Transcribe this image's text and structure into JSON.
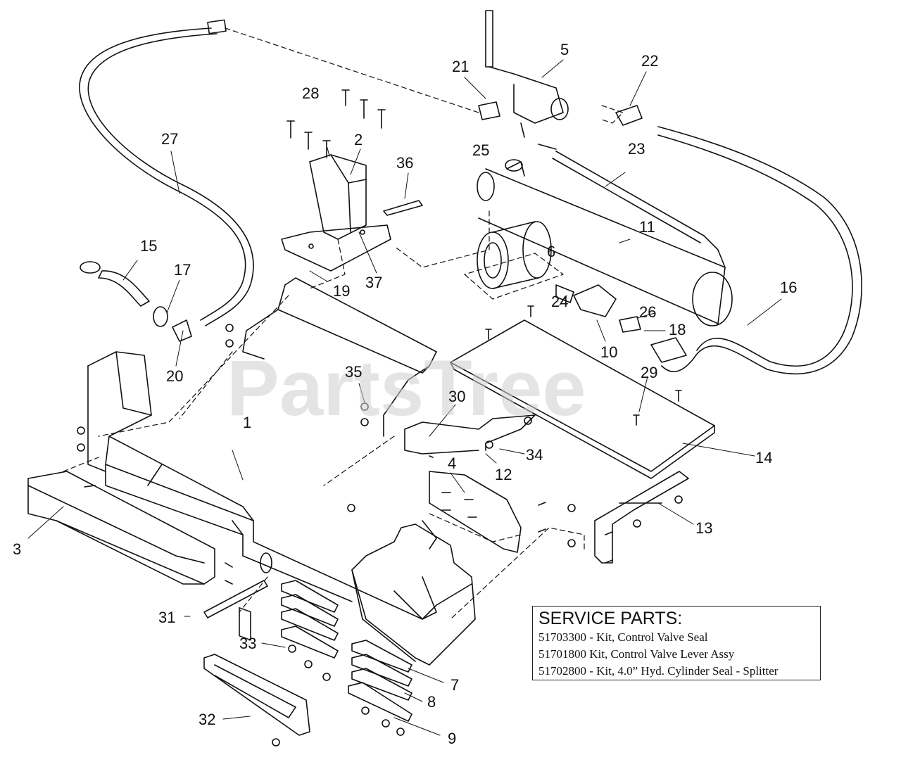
{
  "watermark": "PartsTree",
  "callouts": [
    "1",
    "2",
    "3",
    "4",
    "5",
    "6",
    "7",
    "8",
    "9",
    "10",
    "11",
    "12",
    "13",
    "14",
    "15",
    "16",
    "17",
    "18",
    "19",
    "20",
    "21",
    "22",
    "23",
    "24",
    "25",
    "26",
    "27",
    "28",
    "29",
    "30",
    "31",
    "32",
    "33",
    "34",
    "35",
    "36",
    "37"
  ],
  "service_parts": {
    "title": "SERVICE PARTS:",
    "lines": [
      "51703300 - Kit, Control Valve Seal",
      "51701800   Kit, Control Valve Lever Assy",
      "51702800 - Kit, 4.0” Hyd. Cylinder Seal - Splitter"
    ]
  }
}
